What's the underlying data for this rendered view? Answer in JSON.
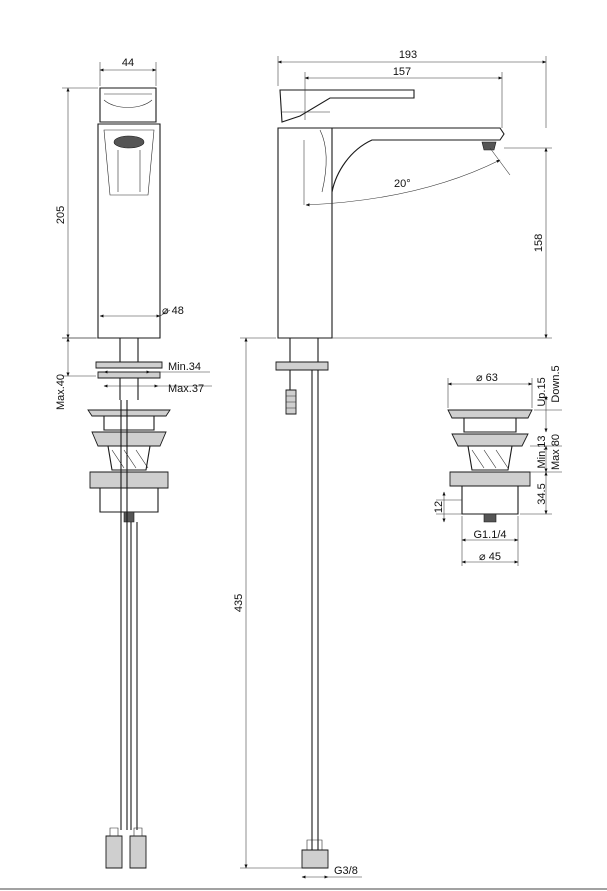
{
  "front_view": {
    "width_top": "44",
    "height": "205",
    "diameter": "⌀ 48",
    "deck_max": "Max.40",
    "hole_min": "Min.34",
    "hole_max": "Max.37"
  },
  "side_view": {
    "overall_length": "193",
    "spout_length": "157",
    "spout_angle": "20°",
    "spout_height": "158",
    "hose_length": "435",
    "connection": "G3/8"
  },
  "waste_detail": {
    "cap_diameter": "⌀ 63",
    "stroke_up": "Up.15",
    "stroke_down": "Down.5",
    "deck_min": "Min.13",
    "deck_max": "Max 80",
    "body_height": "34.5",
    "thread_height": "12",
    "thread": "G1.1/4",
    "body_diameter": "⌀ 45"
  },
  "colors": {
    "line": "#1a1a1a",
    "fill": "#cfcfcf"
  }
}
